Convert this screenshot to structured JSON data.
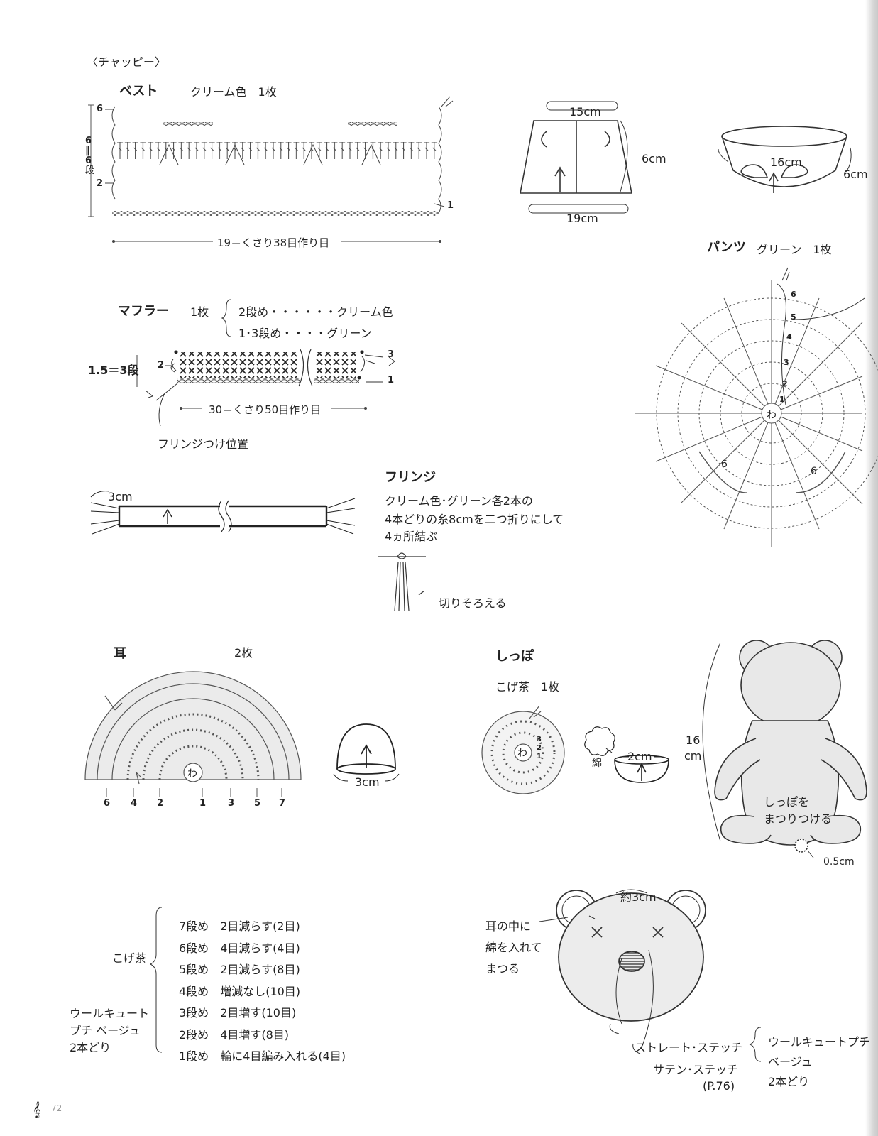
{
  "header": {
    "section": "〈チャッピー〉"
  },
  "vest": {
    "title": "ベスト",
    "spec": "クリーム色　1枚",
    "rows_label": [
      "6",
      "‖",
      "6",
      "段"
    ],
    "row_marks": [
      "6",
      "2",
      "1"
    ],
    "foundation": "19＝くさり38目作り目",
    "dims": [
      "15cm",
      "6cm",
      "19cm",
      "16cm",
      "6cm"
    ]
  },
  "pants": {
    "title": "パンツ",
    "spec": "グリーン　1枚",
    "rounds": [
      "6",
      "5",
      "4",
      "3",
      "2",
      "1"
    ],
    "ring": "わ",
    "side_marks": [
      "6",
      "6"
    ]
  },
  "muffler": {
    "title": "マフラー",
    "count": "1枚",
    "colors": [
      "2段め・・・・・・クリーム色",
      "1･3段め・・・・グリーン"
    ],
    "height_label": "1.5＝3段",
    "row_marks": [
      "2",
      "3",
      "1"
    ],
    "foundation": "30＝くさり50目作り目",
    "fringe_position": "フリンジつけ位置",
    "width": "3cm"
  },
  "fringe": {
    "title": "フリンジ",
    "lines": [
      "クリーム色･グリーン各2本の",
      "4本どりの糸8cmを二つ折りにして",
      "4ヵ所結ぶ"
    ],
    "trim": "切りそろえる"
  },
  "ear": {
    "title": "耳",
    "count": "2枚",
    "ring": "わ",
    "round_marks": [
      "6",
      "4",
      "2",
      "1",
      "3",
      "5",
      "7"
    ],
    "dim": "3cm",
    "color1": "こげ茶",
    "color2": [
      "ウールキュート",
      "プチ ベージュ",
      "2本どり"
    ],
    "rounds": [
      {
        "row": "7段め",
        "text": "2目減らす(2目)"
      },
      {
        "row": "6段め",
        "text": "4目減らす(4目)"
      },
      {
        "row": "5段め",
        "text": "2目減らす(8目)"
      },
      {
        "row": "4段め",
        "text": "増減なし(10目)"
      },
      {
        "row": "3段め",
        "text": "2目増す(10目)"
      },
      {
        "row": "2段め",
        "text": "4目増す(8目)"
      },
      {
        "row": "1段め",
        "text": "輪に4目編み入れる(4目)"
      }
    ]
  },
  "tail": {
    "title": "しっぽ",
    "spec": "こげ茶　1枚",
    "rounds": [
      "3",
      "2",
      "1"
    ],
    "ring": "わ",
    "cotton": "綿",
    "dim": "2cm"
  },
  "body": {
    "height": [
      "16",
      "cm"
    ],
    "note": [
      "しっぽを",
      "まつりつける"
    ],
    "dim": "0.5cm"
  },
  "face": {
    "dim": "約3cm",
    "ear_note": [
      "耳の中に",
      "綿を入れて",
      "まつる"
    ],
    "stitch1": "ストレート･ステッチ",
    "stitch2": "サテン･ステッチ",
    "ref": "(P.76)",
    "yarn": [
      "ウールキュートプチ",
      "ベージュ",
      "2本どり"
    ]
  },
  "footer": {
    "page": "72"
  }
}
